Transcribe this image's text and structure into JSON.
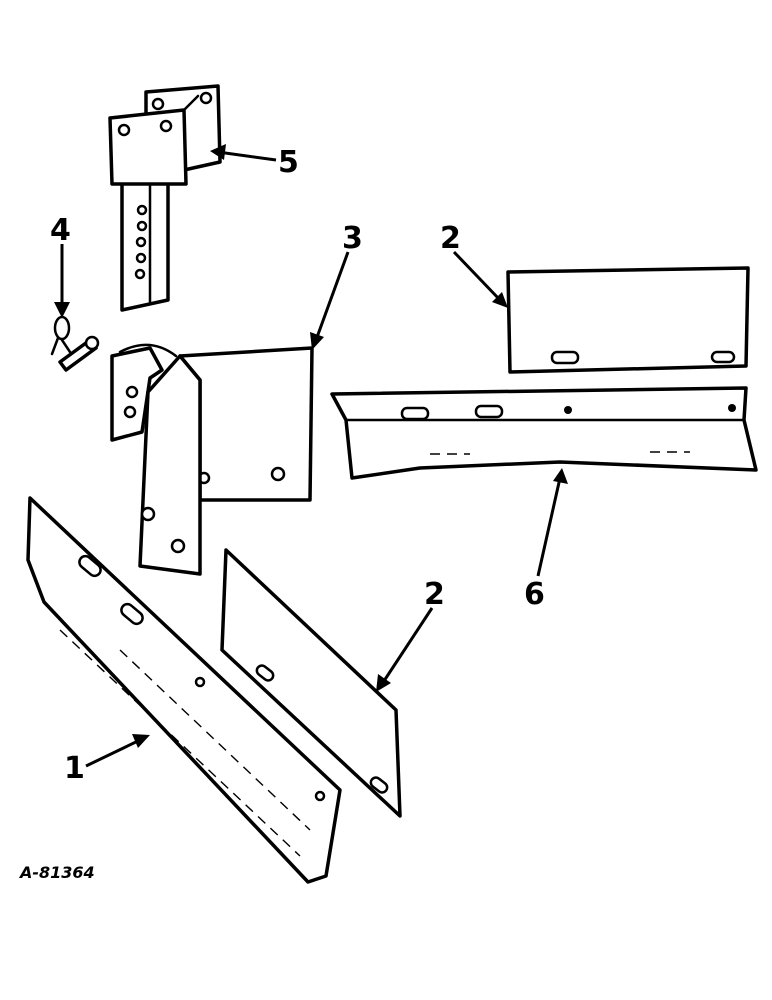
{
  "callouts": {
    "c1": "1",
    "c2_upper": "2",
    "c2_lower": "2",
    "c3": "3",
    "c4": "4",
    "c5": "5",
    "c6": "6"
  },
  "figure_code": "A-81364",
  "colors": {
    "line": "#000000",
    "paper": "#ffffff"
  }
}
